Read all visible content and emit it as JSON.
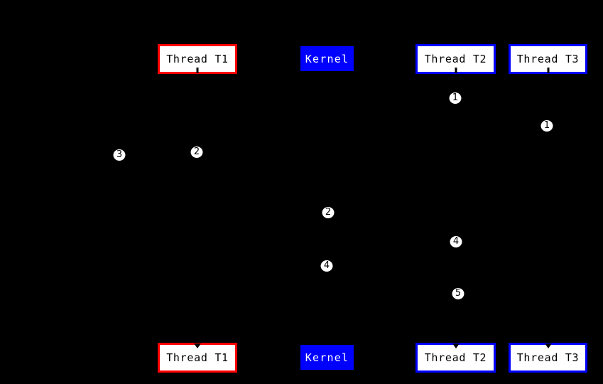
{
  "colors": {
    "background": "#000000",
    "t1_border": "#ff0000",
    "thread_border": "#0000ff",
    "kernel_bg": "#0000ff",
    "box_fill": "#ffffff",
    "box_text": "#000000",
    "kernel_text": "#ffffff",
    "marker_fill": "#ffffff",
    "marker_text": "#000000"
  },
  "top_row": {
    "thread_t1": "Thread T1",
    "kernel": "Kernel",
    "thread_t2": "Thread T2",
    "thread_t3": "Thread T3"
  },
  "bottom_row": {
    "thread_t1": "Thread T1",
    "kernel": "Kernel",
    "thread_t2": "Thread T2",
    "thread_t3": "Thread T3"
  },
  "markers": [
    {
      "label": "1"
    },
    {
      "label": "1"
    },
    {
      "label": "3"
    },
    {
      "label": "2"
    },
    {
      "label": "2"
    },
    {
      "label": "4"
    },
    {
      "label": "4"
    },
    {
      "label": "5"
    }
  ]
}
